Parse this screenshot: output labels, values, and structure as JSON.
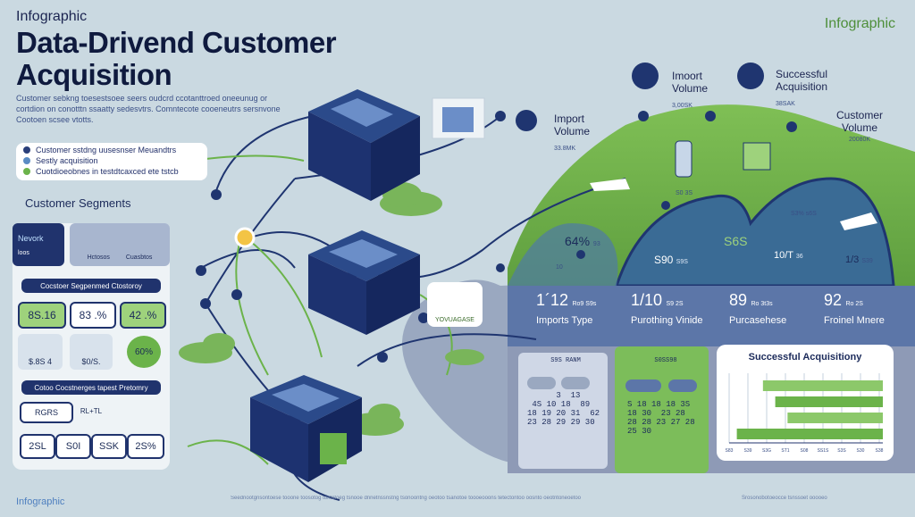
{
  "header": {
    "eyebrow": "Infographic",
    "title_line1": "Data-Drivend Customer",
    "title_line2": "Acquisition",
    "brand": "Infographic",
    "description": "Customer sebkng toesestsoee seers oudcrd ccotanttroed oneeunug or cortdion on conotttn ssaatty sedesvtrs. Comntecote cooeneutrs sersnvone Cootoen scsee vtotts."
  },
  "legend": {
    "items": [
      {
        "label": "Customer sstdng uusesnser Meuandtrs",
        "color": "#2a3f7a"
      },
      {
        "label": "Sestly acquisition",
        "color": "#5a8bc4"
      },
      {
        "label": "Cuotdioeobnes in testdtcaxced ete tstcb",
        "color": "#6bb34a"
      }
    ]
  },
  "segments": {
    "title": "Customer Segments",
    "network_label": "Nevork",
    "network_sub": "loos",
    "top_sub_labels": [
      "Hctosos",
      "Cuasbtos"
    ],
    "bar1": "Cocstoer Segpenmed Ctostoroy",
    "stats1": [
      "8S.16",
      "83 .%",
      "42 .%"
    ],
    "small_stats": [
      "$.8S 4",
      "$0/S.",
      "60%"
    ],
    "bar2": "Cotoo Cocstnerges tapest Pretomry",
    "pill1": "RGRS",
    "pill1b": "RL+TL",
    "stats2": [
      "2SL",
      "S0I",
      "SSK",
      "2S%"
    ]
  },
  "flow": {
    "image_label": "YOVUAGASE"
  },
  "pins": [
    {
      "title_line1": "Imoort",
      "title_line2": "Volume",
      "sub": "3,00SK"
    },
    {
      "title_line1": "Successful",
      "title_line2": "Acquisition",
      "sub": "38SAK"
    },
    {
      "title_line1": "Import",
      "title_line2": "Volume",
      "sub": "33.8MK"
    },
    {
      "title_line1": "Customer",
      "title_line2": "Volume",
      "sub": "20080K"
    }
  ],
  "hill_values": {
    "v1": "64%",
    "v1_sub": "93",
    "v2": "S90",
    "v2_sub": "S9S",
    "v3": "S6S",
    "v4": "10/T",
    "v4_sub": "36",
    "v5": "1/3",
    "v5_sub": "S39",
    "v6": "S3% s6S",
    "v7": "S0 3S",
    "v8": "10"
  },
  "metrics": [
    {
      "value": "1´12",
      "sub": "Ro9 S9s",
      "label": "Imports Type"
    },
    {
      "value": "1/10",
      "sub": "S9 2S",
      "label": "Purothing Vinide"
    },
    {
      "value": "89",
      "sub": "Ro 3t3s",
      "label": "Purcasehese"
    },
    {
      "value": "92",
      "sub": "Ro 2S",
      "label": "Froinel Mnere"
    }
  ],
  "calendar1": {
    "header": "S9S RANM",
    "rows": [
      "      3  13",
      " 4S 10 18  89",
      "18 19 20 31  62",
      "23 28 29 29 30"
    ]
  },
  "calendar2": {
    "header": "S0SS98",
    "rows": [
      "S 18 18 18 3S",
      "18 30  23 28",
      "28 28 23 27 28",
      "25 30"
    ]
  },
  "acq_chart": {
    "title": "Successful Acquisitiony",
    "tick_labels": [
      "S83",
      "S39",
      "S3G",
      "ST1",
      "S08",
      "SS1S",
      "S3S",
      "S30",
      "S38"
    ]
  },
  "chart_data": {
    "type": "bar",
    "title": "Successful Acquisitiony",
    "orientation": "horizontal",
    "values": [
      0.78,
      0.7,
      0.62,
      0.95
    ],
    "categories": [],
    "xlabel": "",
    "ylabel": ""
  },
  "footer": {
    "brand": "Infographic",
    "text1": "Seednootgnsontoese tooone toosotog tontatoeg tsnooe dnnetnssnstng tsonoontng oeotoo tsanotoe toooeooons tetectontoo oosnto oeotntoneoetoo",
    "text2": "Srosonobotoeocce tsnssoet ooooeo"
  },
  "colors": {
    "navy": "#20336d",
    "green": "#6bb34a",
    "light_blue": "#c9d8e0",
    "mid_blue": "#5c7bb0"
  }
}
